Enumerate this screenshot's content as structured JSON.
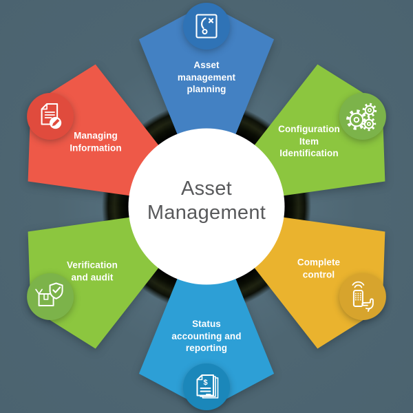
{
  "diagram": {
    "name": "asset-management-process-diagram",
    "background_color": "#4d6571",
    "ring_color": "#0a0d06",
    "center_circle_color": "#ffffff",
    "center_text_color": "#58595b",
    "center": {
      "lines": [
        "Asset",
        "Management"
      ]
    }
  },
  "petals": [
    {
      "name": "asset-management-planning",
      "position": "top",
      "lines": [
        "Asset",
        "management",
        "planning"
      ],
      "color": "#4381c3",
      "icon_circle_color": "#2f73b6",
      "icon": "route-plan-icon"
    },
    {
      "name": "configuration-item-identification",
      "position": "top-right",
      "lines": [
        "Configuration",
        "Item",
        "Identification"
      ],
      "color": "#8cc63f",
      "icon_circle_color": "#7cb34a",
      "icon": "gears-icon"
    },
    {
      "name": "complete-control",
      "position": "bottom-right",
      "lines": [
        "Complete",
        "control"
      ],
      "color": "#eab32e",
      "icon_circle_color": "#d7a42d",
      "icon": "remote-control-hand-icon"
    },
    {
      "name": "status-accounting-and-reporting",
      "position": "bottom",
      "lines": [
        "Status",
        "accounting and",
        "reporting"
      ],
      "color": "#2d9fd6",
      "icon_circle_color": "#1b87ba",
      "icon": "billing-documents-icon"
    },
    {
      "name": "verification-and-audit",
      "position": "bottom-left",
      "lines": [
        "Verification",
        "and audit"
      ],
      "color": "#8cc63f",
      "icon_circle_color": "#7cb34a",
      "icon": "package-check-icon"
    },
    {
      "name": "managing-information",
      "position": "top-left",
      "lines": [
        "Managing",
        "Information"
      ],
      "color": "#ee5948",
      "icon_circle_color": "#e04b3d",
      "icon": "document-edit-icon"
    }
  ],
  "icons": {
    "dollar_glyph": "$"
  }
}
